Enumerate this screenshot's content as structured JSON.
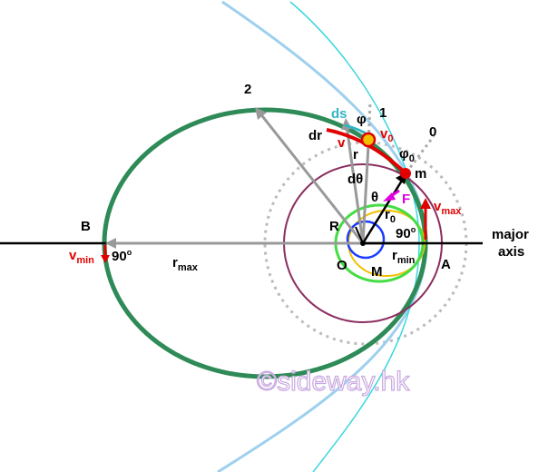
{
  "colors": {
    "orbit_ellipse": "#2e8b57",
    "outer_hyperbola": "#9ed0ee",
    "inner_hyperbola": "#3ad6e0",
    "planet_circle": "#8b2e60",
    "dotted_circle": "#bbbbbb",
    "small_circle_blue": "#1a3cff",
    "small_circle_green": "#44dd44",
    "small_circle_yellow": "#f0c000",
    "radius_gray": "#999999",
    "accent_red": "#e00000",
    "force_magenta": "#e000e0",
    "ds_teal": "#33b5c8",
    "watermark": "#c8a8e0"
  },
  "labels": {
    "point_b": "B",
    "point_a": "A",
    "point_o": "O",
    "point_m_lower": "M",
    "mass_m": "m",
    "point_r_upper": "R",
    "line_0": "0",
    "line_1": "1",
    "line_2": "2",
    "dr": "dr",
    "ds": "ds",
    "r": "r",
    "phi": "φ",
    "phi0_base": "φ",
    "phi0_sub": "0",
    "dtheta": "dθ",
    "theta": "θ",
    "r0_base": "r",
    "r0_sub": "0",
    "v": "v",
    "v0_base": "v",
    "v0_sub": "0",
    "vmax_base": "v",
    "vmax_sub": "max",
    "vmin_base": "v",
    "vmin_sub": "min",
    "rmax_base": "r",
    "rmax_sub": "max",
    "rmin_base": "r",
    "rmin_sub": "min",
    "force": "F",
    "angle_90_a": "90",
    "angle_90_b": "90",
    "degree_sup": "o",
    "major_axis_line1": "major",
    "major_axis_line2": "axis"
  },
  "watermark": "©sideway.hk"
}
